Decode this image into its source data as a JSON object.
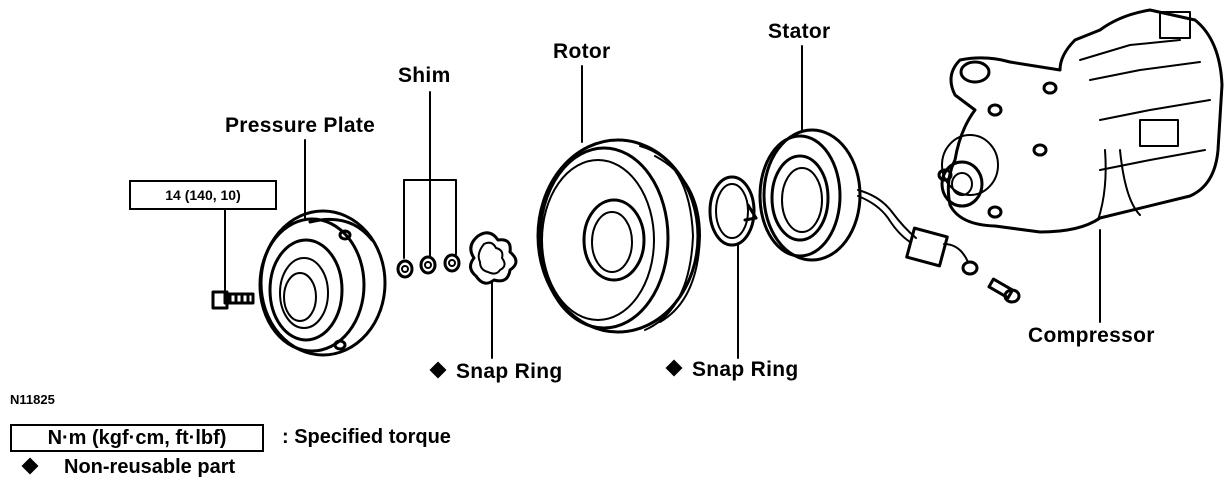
{
  "figure_id": "N11825",
  "labels": {
    "pressure_plate": "Pressure Plate",
    "shim": "Shim",
    "rotor": "Rotor",
    "stator": "Stator",
    "compressor": "Compressor",
    "snap_ring_1": "Snap Ring",
    "snap_ring_2": "Snap Ring"
  },
  "torque_spec": "14 (140, 10)",
  "legend": {
    "torque_box": "N·m (kgf·cm, ft·lbf)",
    "torque_desc": ":  Specified torque",
    "nonreusable_desc": "Non-reusable part"
  }
}
